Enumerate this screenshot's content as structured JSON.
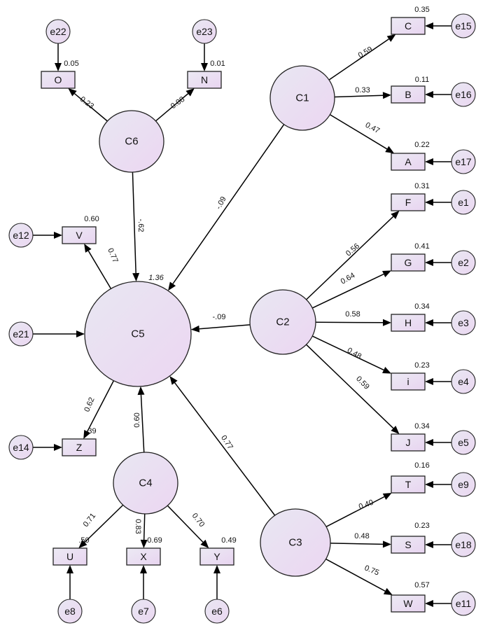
{
  "latents": [
    {
      "id": "C1",
      "label": "C1"
    },
    {
      "id": "C2",
      "label": "C2"
    },
    {
      "id": "C3",
      "label": "C3"
    },
    {
      "id": "C4",
      "label": "C4"
    },
    {
      "id": "C5",
      "label": "C5"
    },
    {
      "id": "C6",
      "label": "C6"
    }
  ],
  "indicators": [
    {
      "id": "C",
      "label": "C",
      "r2": "0.35"
    },
    {
      "id": "B",
      "label": "B",
      "r2": "0.11"
    },
    {
      "id": "A",
      "label": "A",
      "r2": "0.22"
    },
    {
      "id": "F",
      "label": "F",
      "r2": "0.31"
    },
    {
      "id": "G",
      "label": "G",
      "r2": "0.41"
    },
    {
      "id": "H",
      "label": "H",
      "r2": "0.34"
    },
    {
      "id": "i",
      "label": "i",
      "r2": "0.23"
    },
    {
      "id": "J",
      "label": "J",
      "r2": "0.34"
    },
    {
      "id": "T",
      "label": "T",
      "r2": "0.16"
    },
    {
      "id": "S",
      "label": "S",
      "r2": "0.23"
    },
    {
      "id": "W",
      "label": "W",
      "r2": "0.57"
    },
    {
      "id": "O",
      "label": "O",
      "r2": "0.05"
    },
    {
      "id": "N",
      "label": "N",
      "r2": "0.01"
    },
    {
      "id": "V",
      "label": "V",
      "r2": "0.60"
    },
    {
      "id": "Z",
      "label": "Z",
      "r2": ".39"
    },
    {
      "id": "U",
      "label": "U",
      "r2": ".50"
    },
    {
      "id": "X",
      "label": "X",
      "r2": "0.69"
    },
    {
      "id": "Y",
      "label": "Y",
      "r2": "0.49"
    }
  ],
  "errors": [
    {
      "id": "e15",
      "label": "e15"
    },
    {
      "id": "e16",
      "label": "e16"
    },
    {
      "id": "e17",
      "label": "e17"
    },
    {
      "id": "e1",
      "label": "e1"
    },
    {
      "id": "e2",
      "label": "e2"
    },
    {
      "id": "e3",
      "label": "e3"
    },
    {
      "id": "e4",
      "label": "e4"
    },
    {
      "id": "e5",
      "label": "e5"
    },
    {
      "id": "e9",
      "label": "e9"
    },
    {
      "id": "e18",
      "label": "e18"
    },
    {
      "id": "e11",
      "label": "e11"
    },
    {
      "id": "e22",
      "label": "e22"
    },
    {
      "id": "e23",
      "label": "e23"
    },
    {
      "id": "e12",
      "label": "e12"
    },
    {
      "id": "e21",
      "label": "e21"
    },
    {
      "id": "e14",
      "label": "e14"
    },
    {
      "id": "e8",
      "label": "e8"
    },
    {
      "id": "e7",
      "label": "e7"
    },
    {
      "id": "e6",
      "label": "e6"
    }
  ],
  "loadings": [
    {
      "from": "C1",
      "to": "C",
      "value": "0.59"
    },
    {
      "from": "C1",
      "to": "B",
      "value": "0.33"
    },
    {
      "from": "C1",
      "to": "A",
      "value": "0.47"
    },
    {
      "from": "C2",
      "to": "F",
      "value": "0.56"
    },
    {
      "from": "C2",
      "to": "G",
      "value": "0.64"
    },
    {
      "from": "C2",
      "to": "H",
      "value": "0.58"
    },
    {
      "from": "C2",
      "to": "i",
      "value": "0.48"
    },
    {
      "from": "C2",
      "to": "J",
      "value": "0.59"
    },
    {
      "from": "C3",
      "to": "T",
      "value": "0.40"
    },
    {
      "from": "C3",
      "to": "S",
      "value": "0.48"
    },
    {
      "from": "C3",
      "to": "W",
      "value": "0.75"
    },
    {
      "from": "C6",
      "to": "O",
      "value": "0.23"
    },
    {
      "from": "C6",
      "to": "N",
      "value": "0.08"
    },
    {
      "from": "C5",
      "to": "V",
      "value": "0.77"
    },
    {
      "from": "C5",
      "to": "Z",
      "value": "0.62"
    },
    {
      "from": "C4",
      "to": "U",
      "value": "0.71"
    },
    {
      "from": "C4",
      "to": "X",
      "value": "0.83"
    },
    {
      "from": "C4",
      "to": "Y",
      "value": "0.70"
    }
  ],
  "paths": [
    {
      "from": "C1",
      "to": "C5",
      "value": "-.09"
    },
    {
      "from": "C2",
      "to": "C5",
      "value": "-.09"
    },
    {
      "from": "C3",
      "to": "C5",
      "value": "0.77"
    },
    {
      "from": "C6",
      "to": "C5",
      "value": "-.62"
    },
    {
      "from": "C4",
      "to": "C5",
      "value": "0.60"
    }
  ],
  "c5_r2": "1.36"
}
